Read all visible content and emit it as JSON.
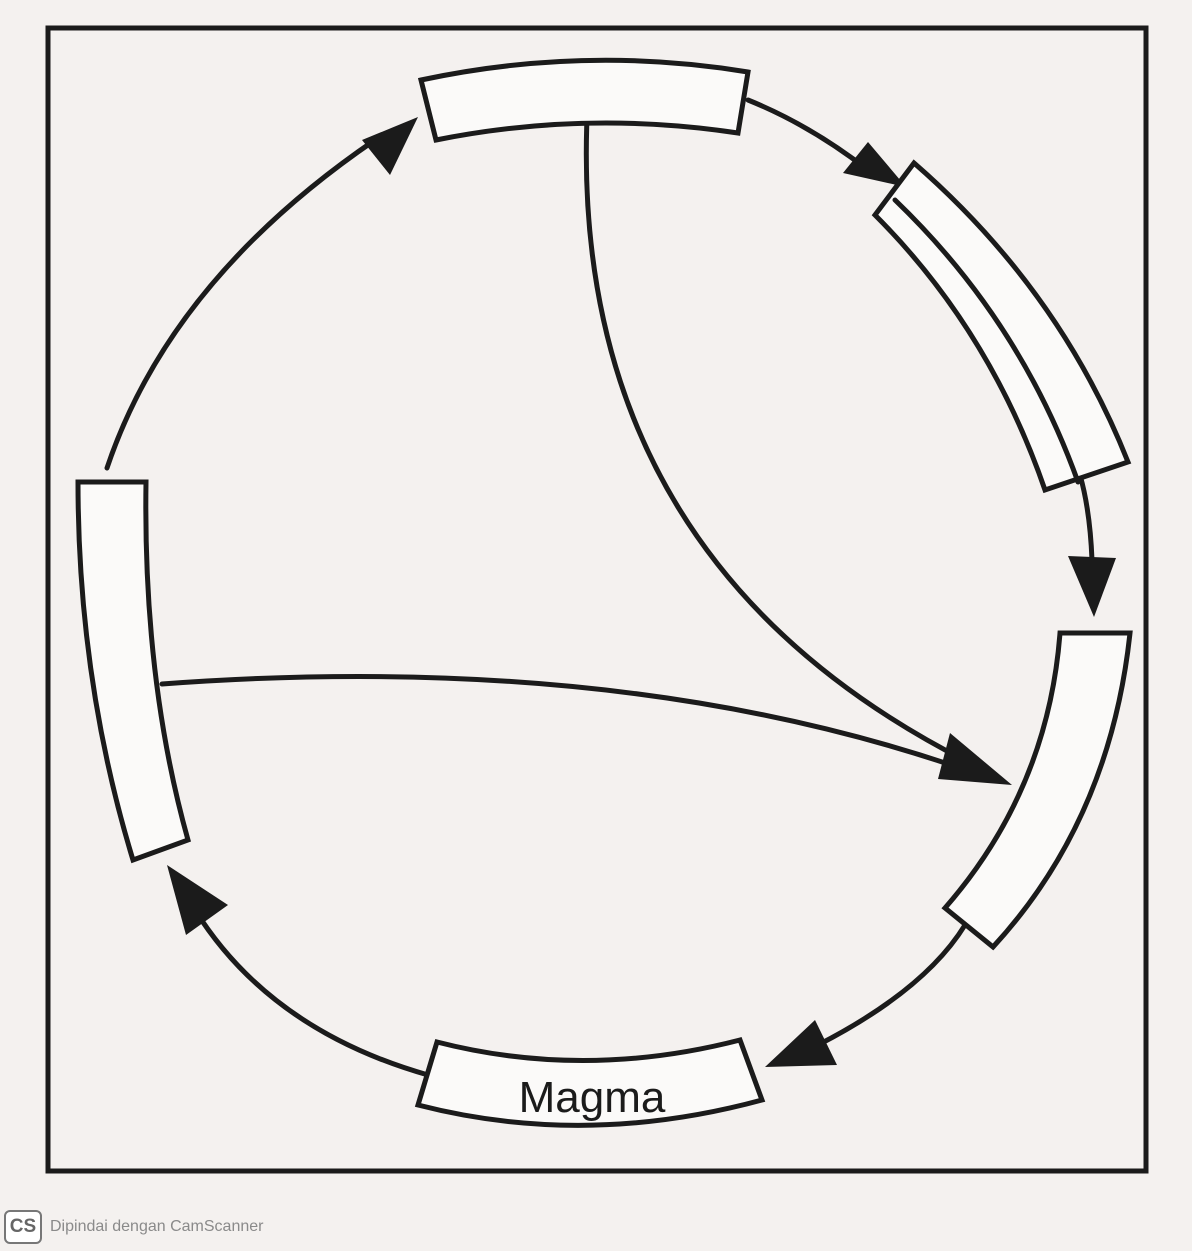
{
  "diagram": {
    "boxes": [
      {
        "id": "top",
        "label": ""
      },
      {
        "id": "upper-right",
        "label": ""
      },
      {
        "id": "right",
        "label": ""
      },
      {
        "id": "bottom",
        "label": "Magma"
      },
      {
        "id": "left",
        "label": ""
      }
    ],
    "colors": {
      "ink": "#1b1b1b",
      "paper": "#f4f1ef",
      "box_fill": "#fbfaf9"
    }
  },
  "watermark": {
    "logo_text": "CS",
    "text": "Dipindai dengan CamScanner"
  }
}
